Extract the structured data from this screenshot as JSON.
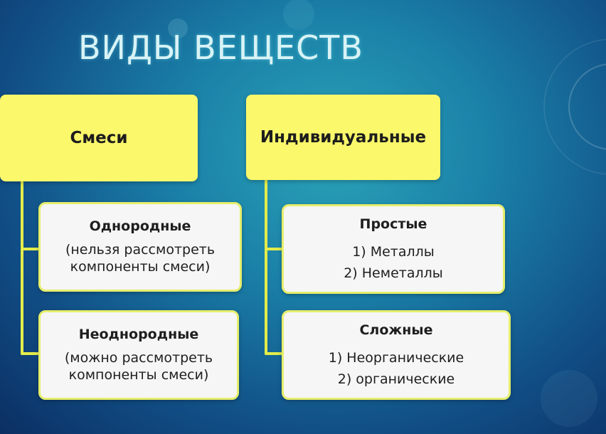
{
  "title": "ВИДЫ ВЕЩЕСТВ",
  "colors": {
    "head_box": "#fbf86b",
    "sub_box_fill": "#f6f6f6",
    "sub_box_border": "#e6ee6c",
    "connector": "#e3ec4a",
    "title_text": "#d8f3f6"
  },
  "mixtures": {
    "label": "Смеси",
    "homogeneous": {
      "title": "Однородные",
      "lines": [
        "(нельзя рассмотреть",
        "компоненты смеси)"
      ]
    },
    "heterogeneous": {
      "title": "Неоднородные",
      "lines": [
        "(можно рассмотреть",
        "компоненты смеси)"
      ]
    }
  },
  "individual": {
    "label": "Индивидуальные",
    "simple": {
      "title": "Простые",
      "lines": [
        "1) Металлы",
        "2) Неметаллы"
      ]
    },
    "complex": {
      "title": "Сложные",
      "lines": [
        "1) Неорганические",
        "2) органические"
      ]
    }
  }
}
